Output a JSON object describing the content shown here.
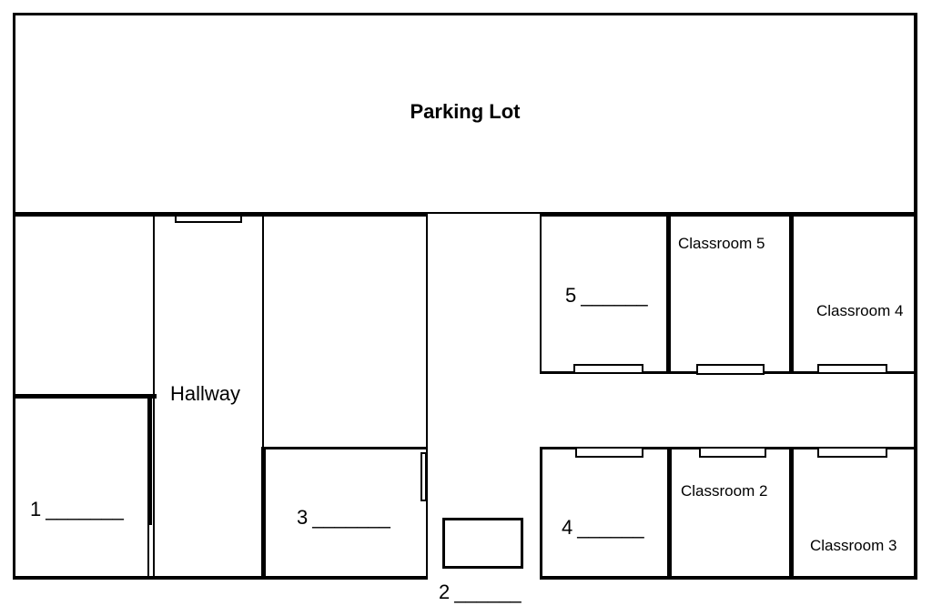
{
  "labels": {
    "parking_lot": "Parking Lot",
    "hallway": "Hallway",
    "classroom_5": "Classroom 5",
    "classroom_4": "Classroom 4",
    "classroom_2": "Classroom 2",
    "classroom_3": "Classroom 3"
  },
  "blanks": {
    "b1": {
      "number": "1",
      "blank": "_______"
    },
    "b2": {
      "number": "2",
      "blank": "______"
    },
    "b3": {
      "number": "3",
      "blank": "_______"
    },
    "b4": {
      "number": "4",
      "blank": "______"
    },
    "b5": {
      "number": "5",
      "blank": "______"
    }
  },
  "colors": {
    "line": "#000000",
    "background": "#ffffff"
  }
}
